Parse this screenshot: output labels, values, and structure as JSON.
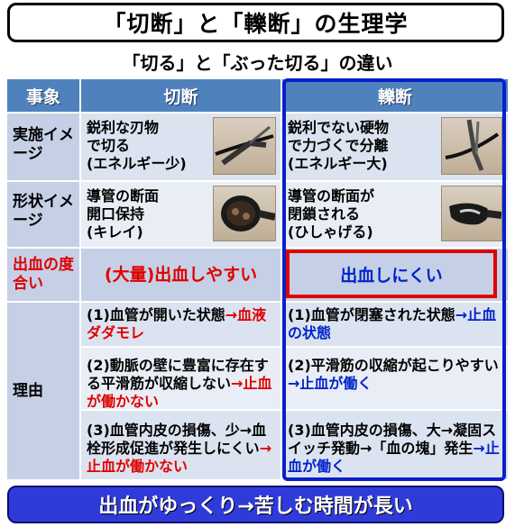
{
  "title": "「切断」と「轢断」の生理学",
  "subtitle": "「切る」と「ぶった切る」の違い",
  "headers": {
    "item": "事象",
    "cut": "切断",
    "sever": "轢断"
  },
  "rows": {
    "method": {
      "label": "実施イメージ",
      "cut": [
        "鋭利な刃物",
        "で切る",
        "(エネルギー少)"
      ],
      "sever": [
        "鋭利でない硬物",
        "で力づくで分離",
        "(エネルギー大)"
      ]
    },
    "shape": {
      "label": "形状イメージ",
      "cut": [
        "導管の断面",
        "開口保持",
        "(キレイ)"
      ],
      "sever": [
        "導管の断面が",
        "閉鎖される",
        "(ひしゃげる)"
      ]
    },
    "bleeding": {
      "label": "出血の度合い",
      "cut": "(大量)出血しやすい",
      "sever": "出血しにくい"
    },
    "reason": {
      "label": "理由",
      "cut": [
        {
          "plain": "(1)血管が開いた状態",
          "accent": "→血液ダダモレ"
        },
        {
          "plain": "(2)動脈の壁に豊富に存在する平滑筋が収縮しない",
          "accent": "→止血が働かない"
        },
        {
          "plain": "(3)血管内皮の損傷、少→血栓形成促進が発生しにくい",
          "accent": "→止血が働かない"
        }
      ],
      "sever": [
        {
          "plain": "(1)血管が閉塞された状態",
          "accent": "→止血の状態"
        },
        {
          "plain": "(2)平滑筋の収縮が起こりやすい",
          "accent": "→止血が働く"
        },
        {
          "plain": "(3)血管内皮の損傷、大→凝固スイッチ発動→「血の塊」発生",
          "accent": "→止血が働く"
        }
      ]
    }
  },
  "footer": "出血がゆっくり→苦しむ時間が長い",
  "colors": {
    "header_bg": "#4f81bd",
    "accent_red": "#e00000",
    "accent_blue": "#0024c8",
    "frame_blue": "#0a1fc9",
    "footer_bg": "#2f3bd9"
  }
}
